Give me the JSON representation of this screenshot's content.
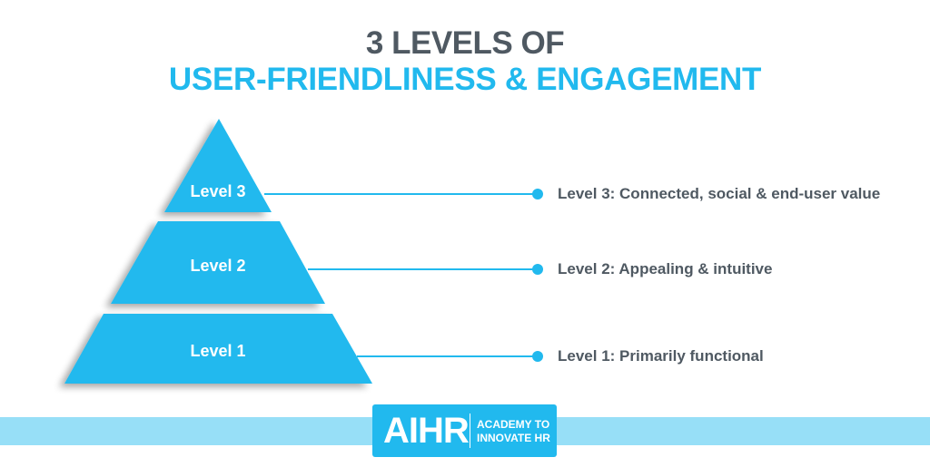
{
  "title": {
    "line1": "3 LEVELS OF",
    "line2": "USER-FRIENDLINESS & ENGAGEMENT"
  },
  "colors": {
    "accent": "#21b9ee",
    "heading_dark": "#4f5962",
    "band": "#97dff7"
  },
  "pyramid": {
    "levels": [
      {
        "label": "Level 3",
        "description": "Level 3: Connected, social & end-user value"
      },
      {
        "label": "Level 2",
        "description": "Level 2: Appealing & intuitive"
      },
      {
        "label": "Level 1",
        "description": "Level 1: Primarily functional"
      }
    ]
  },
  "logo": {
    "mark": "AIHR",
    "tagline_line1": "ACADEMY TO",
    "tagline_line2": "INNOVATE HR"
  }
}
